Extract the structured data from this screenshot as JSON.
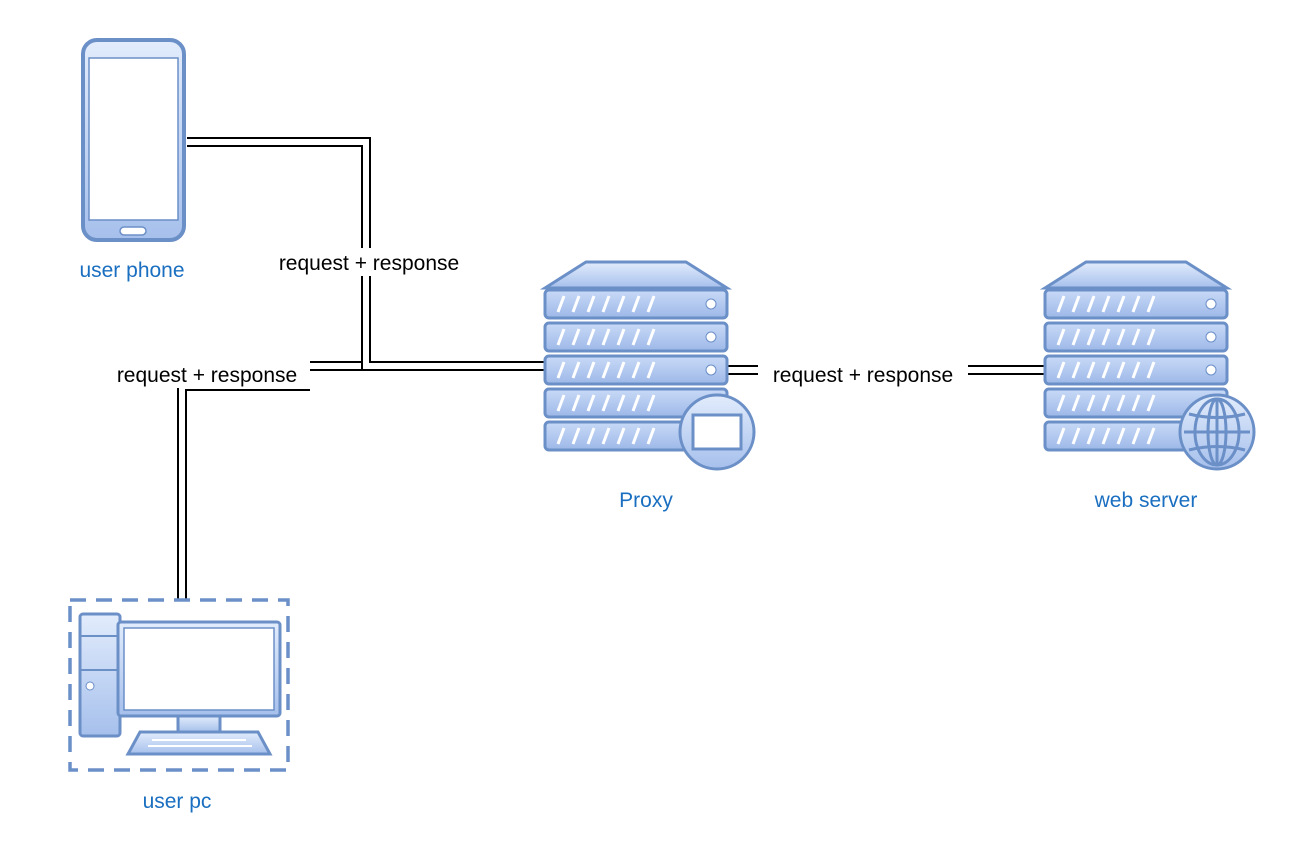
{
  "nodes": {
    "user_phone": {
      "label": "user phone"
    },
    "user_pc": {
      "label": "user pc"
    },
    "proxy": {
      "label": "Proxy"
    },
    "web_server": {
      "label": "web server"
    }
  },
  "edges": {
    "phone_proxy": {
      "label": "request + response"
    },
    "pc_proxy": {
      "label": "request + response"
    },
    "proxy_server": {
      "label": "request + response"
    }
  },
  "colors": {
    "icon_stroke": "#6b8fc7",
    "icon_fill_top": "#dce8fb",
    "icon_fill_bottom": "#a9c3ee",
    "label_text": "#1a6fc0",
    "connector": "#000000"
  }
}
